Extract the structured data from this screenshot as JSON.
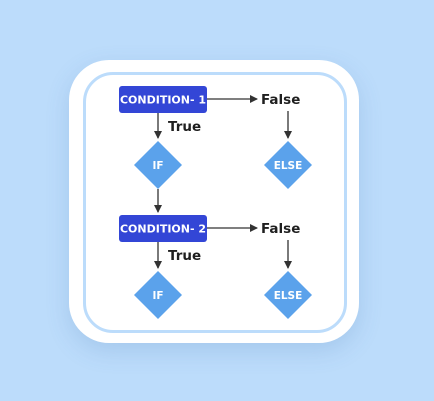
{
  "diagram": {
    "condition1": "CONDITION- 1",
    "condition2": "CONDITION- 2",
    "if1": "IF",
    "else1": "ELSE",
    "if2": "IF",
    "else2": "ELSE",
    "true1": "True",
    "false1": "False",
    "true2": "True",
    "false2": "False"
  },
  "colors": {
    "background": "#bcdcfb",
    "condition_box": "#3346d6",
    "diamond": "#5ba2eb",
    "arrow": "#333333"
  }
}
